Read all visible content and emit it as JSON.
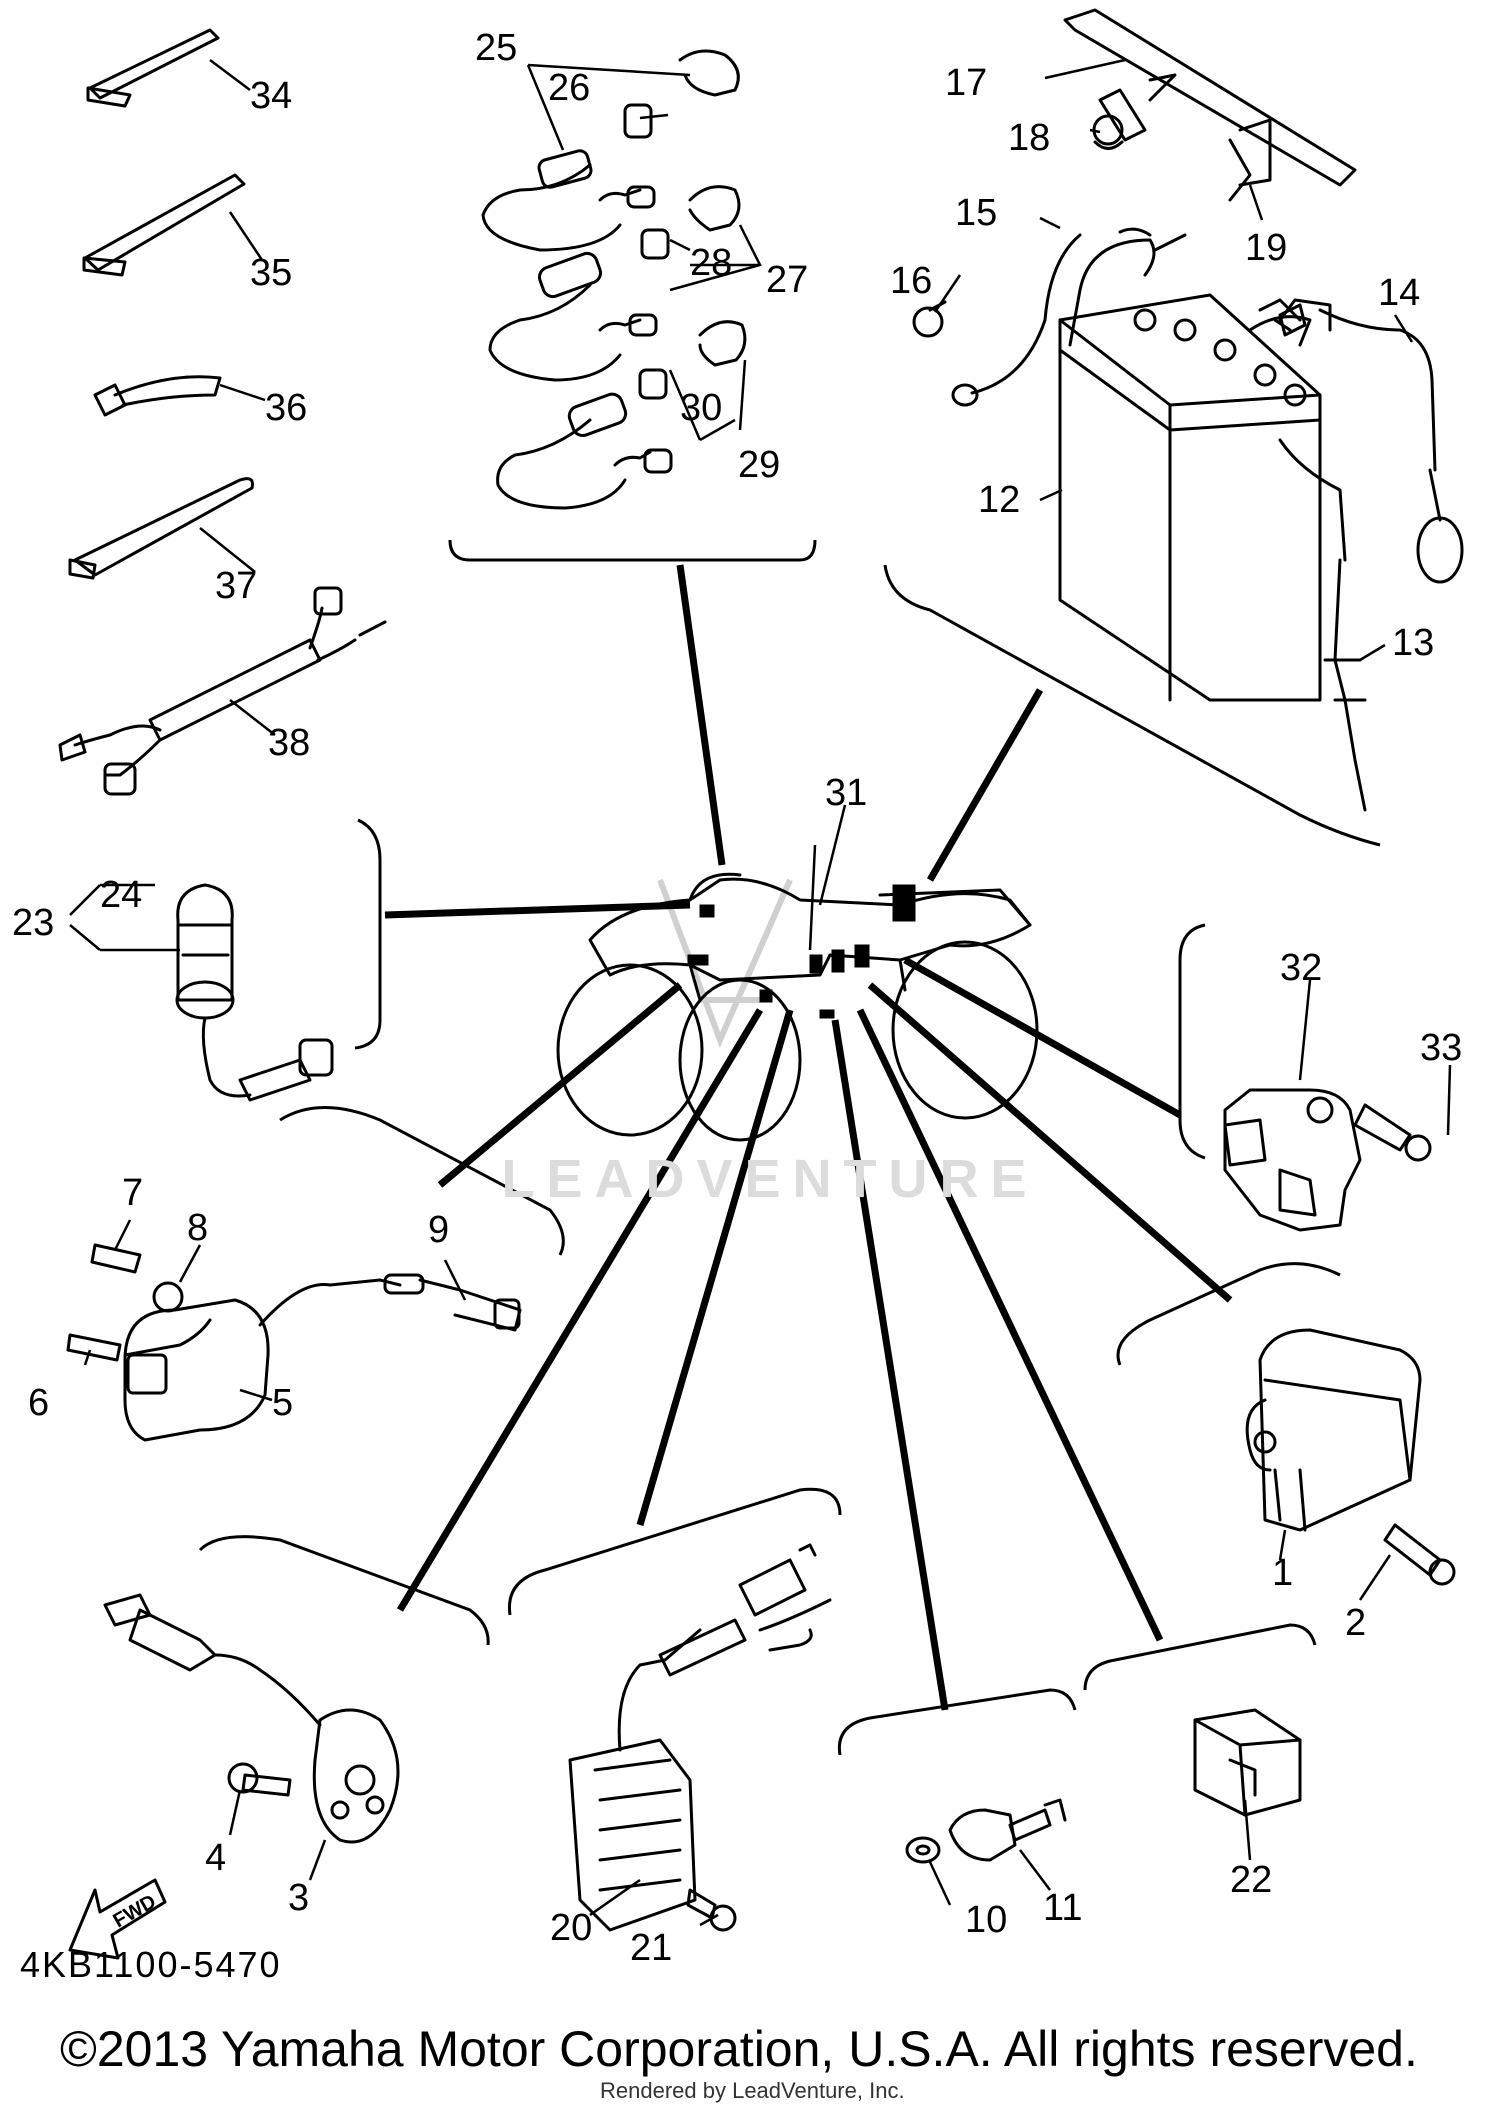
{
  "diagram": {
    "callouts": [
      {
        "n": "1"
      },
      {
        "n": "2"
      },
      {
        "n": "3"
      },
      {
        "n": "4"
      },
      {
        "n": "5"
      },
      {
        "n": "6"
      },
      {
        "n": "7"
      },
      {
        "n": "8"
      },
      {
        "n": "9"
      },
      {
        "n": "10"
      },
      {
        "n": "11"
      },
      {
        "n": "12"
      },
      {
        "n": "13"
      },
      {
        "n": "14"
      },
      {
        "n": "15"
      },
      {
        "n": "16"
      },
      {
        "n": "17"
      },
      {
        "n": "18"
      },
      {
        "n": "19"
      },
      {
        "n": "20"
      },
      {
        "n": "21"
      },
      {
        "n": "22"
      },
      {
        "n": "23"
      },
      {
        "n": "24"
      },
      {
        "n": "25"
      },
      {
        "n": "26"
      },
      {
        "n": "27"
      },
      {
        "n": "28"
      },
      {
        "n": "29"
      },
      {
        "n": "30"
      },
      {
        "n": "31"
      },
      {
        "n": "32"
      },
      {
        "n": "33"
      },
      {
        "n": "34"
      },
      {
        "n": "35"
      },
      {
        "n": "36"
      },
      {
        "n": "37"
      },
      {
        "n": "38"
      }
    ],
    "fwd_label": "FWD",
    "watermark": "LEADVENTURE"
  },
  "footer": {
    "part_code": "4KB1100-5470",
    "copyright": "©2013 Yamaha Motor Corporation, U.S.A. All rights reserved.",
    "rendered_by": "Rendered by LeadVenture, Inc."
  }
}
